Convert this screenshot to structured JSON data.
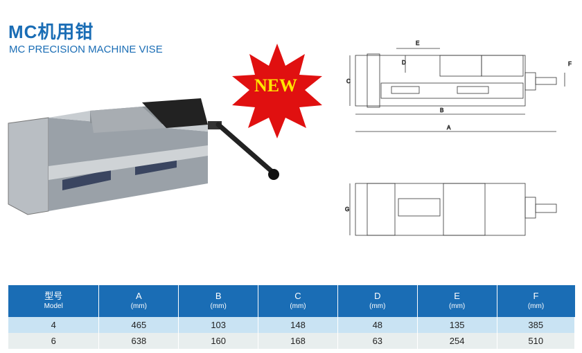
{
  "header": {
    "title": "MC机用钳",
    "subtitle": "MC PRECISION MACHINE VISE"
  },
  "badge": {
    "text": "NEW",
    "bg": "#e01010",
    "fg": "#ffe600"
  },
  "drawing_labels": {
    "A": "A",
    "B": "B",
    "C": "C",
    "D": "D",
    "E": "E",
    "F": "F",
    "G": "G"
  },
  "table": {
    "headers": [
      {
        "main": "型号",
        "sub": "Model"
      },
      {
        "main": "A",
        "sub": "(mm)"
      },
      {
        "main": "B",
        "sub": "(mm)"
      },
      {
        "main": "C",
        "sub": "(mm)"
      },
      {
        "main": "D",
        "sub": "(mm)"
      },
      {
        "main": "E",
        "sub": "(mm)"
      },
      {
        "main": "F",
        "sub": "(mm)"
      }
    ],
    "rows": [
      [
        "4",
        "465",
        "103",
        "148",
        "48",
        "135",
        "385"
      ],
      [
        "6",
        "638",
        "160",
        "168",
        "63",
        "254",
        "510"
      ]
    ]
  }
}
